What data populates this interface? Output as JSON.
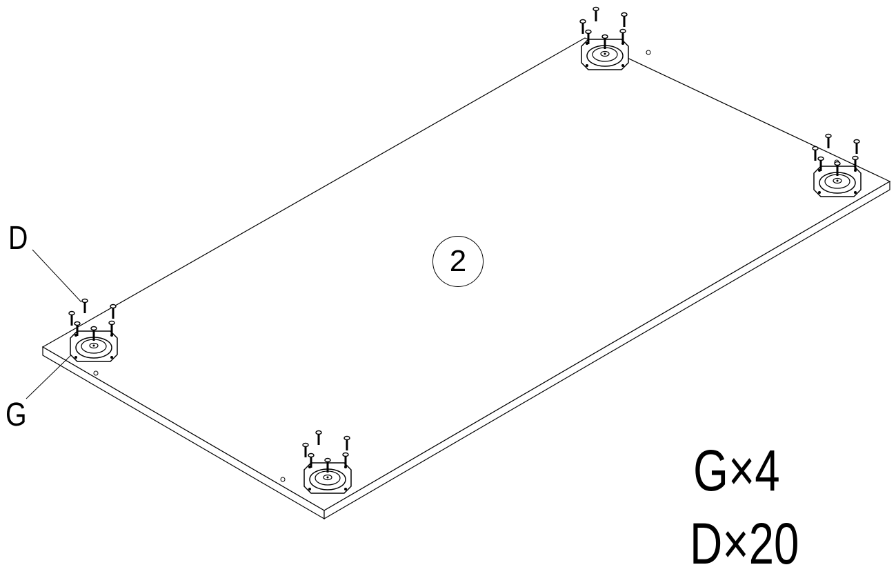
{
  "callouts": {
    "screw_label": "D",
    "glide_label": "G"
  },
  "panel": {
    "part_number": "2"
  },
  "hardware_list": {
    "glide_quantity": "G×4",
    "screw_quantity": "D×20"
  },
  "colors": {
    "line": "#000000",
    "background": "#ffffff"
  },
  "feet": [
    {
      "name": "foot-left"
    },
    {
      "name": "foot-bottom"
    },
    {
      "name": "foot-top"
    },
    {
      "name": "foot-right"
    }
  ]
}
